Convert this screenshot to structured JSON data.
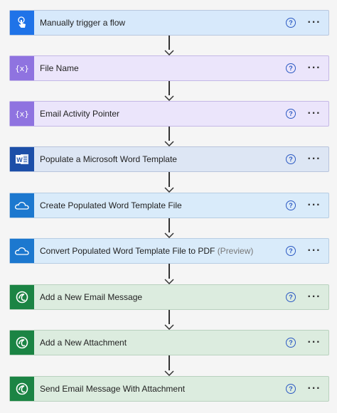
{
  "steps": [
    {
      "title": "Manually trigger a flow",
      "icon": "hand-touch-icon",
      "kind": "trigger",
      "help": "?",
      "more": "···"
    },
    {
      "title": "File Name",
      "icon": "variable-braces-icon",
      "kind": "variable",
      "help": "?",
      "more": "···"
    },
    {
      "title": "Email Activity Pointer",
      "icon": "variable-braces-icon",
      "kind": "variable",
      "help": "?",
      "more": "···"
    },
    {
      "title": "Populate a Microsoft Word Template",
      "icon": "word-icon",
      "kind": "word",
      "help": "?",
      "more": "···"
    },
    {
      "title": "Create Populated Word Template File",
      "icon": "onedrive-cloud-icon",
      "kind": "onedrive",
      "help": "?",
      "more": "···"
    },
    {
      "title": "Convert Populated Word Template File to PDF",
      "suffix": "(Preview)",
      "icon": "onedrive-cloud-icon",
      "kind": "onedrive",
      "help": "?",
      "more": "···"
    },
    {
      "title": "Add a New Email Message",
      "icon": "dataverse-icon",
      "kind": "dataverse",
      "help": "?",
      "more": "···"
    },
    {
      "title": "Add a New Attachment",
      "icon": "dataverse-icon",
      "kind": "dataverse",
      "help": "?",
      "more": "···"
    },
    {
      "title": "Send Email Message With Attachment",
      "icon": "dataverse-icon",
      "kind": "dataverse",
      "help": "?",
      "more": "···"
    }
  ],
  "colors": {
    "trigger": "#1f73e8",
    "variable": "#8f73e0",
    "word": "#1c4fa8",
    "onedrive": "#1c78cf",
    "dataverse": "#1b8444",
    "help": "#2b59c3"
  }
}
